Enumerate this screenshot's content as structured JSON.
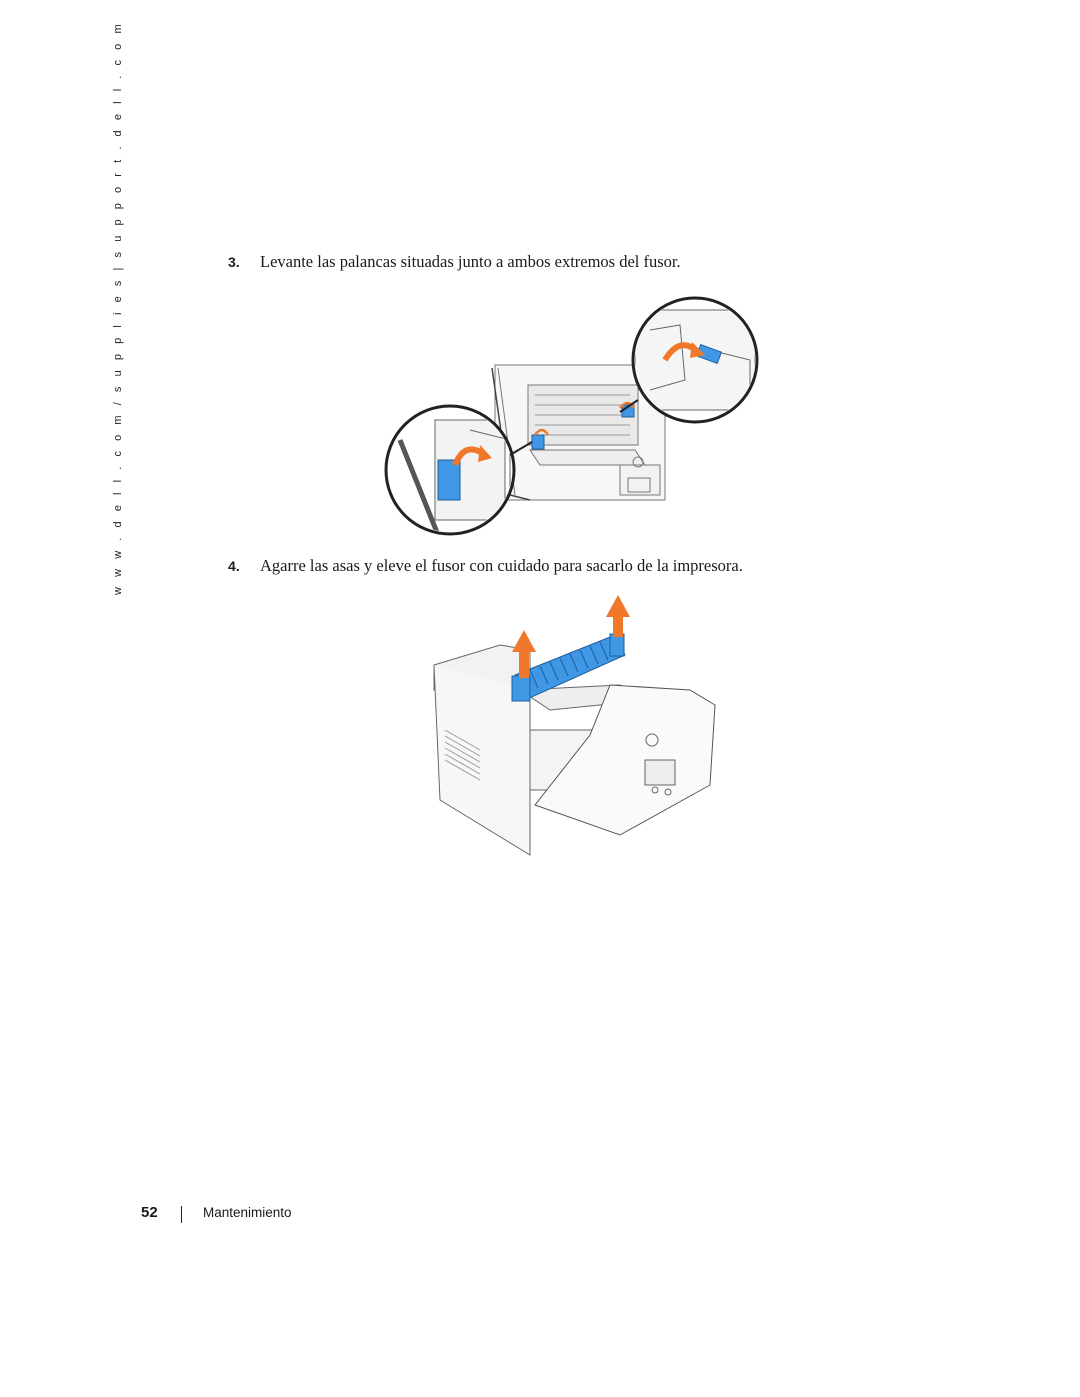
{
  "sidebar": {
    "url": "w w w . d e l l . c o m / s u p p l i e s  |  s u p p o r t . d e l l . c o m"
  },
  "steps": [
    {
      "number": "3.",
      "text": "Levante las palancas situadas junto a ambos extremos del fusor."
    },
    {
      "number": "4.",
      "text": "Agarre las asas y eleve el fusor con cuidado para sacarlo de la impresora."
    }
  ],
  "footer": {
    "page_number": "52",
    "section": "Mantenimiento"
  },
  "colors": {
    "accent_blue": "#3f97e6",
    "arrow_orange": "#f0782a",
    "line": "#555555"
  }
}
